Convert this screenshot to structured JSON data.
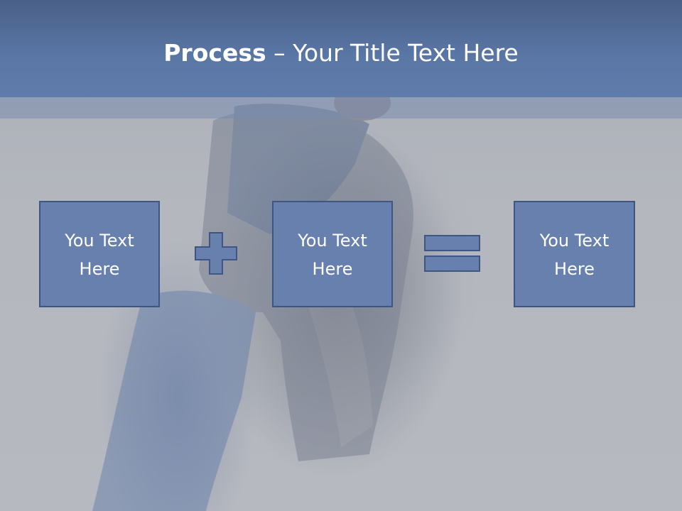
{
  "title": {
    "bold": "Process",
    "rest": " – Your Title Text Here"
  },
  "process": {
    "boxes": [
      {
        "label": "You Text Here"
      },
      {
        "label": "You Text Here"
      },
      {
        "label": "You Text Here"
      }
    ],
    "operators": [
      "plus-icon",
      "equals-icon"
    ]
  },
  "colors": {
    "header": "#5a77a6",
    "box_fill": "#6880ae",
    "box_border": "#3f5683",
    "text": "#ffffff"
  }
}
